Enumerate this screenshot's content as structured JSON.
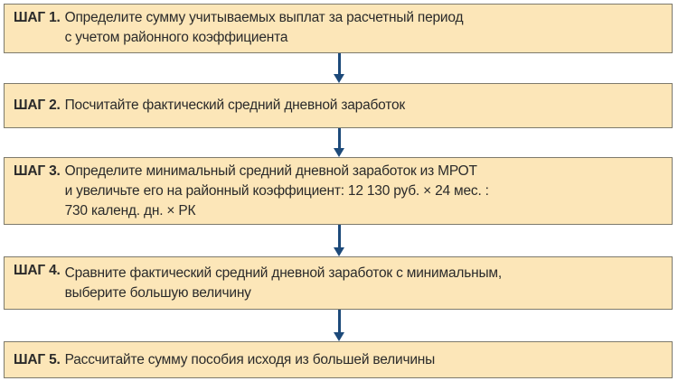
{
  "steps": [
    {
      "label": "ШАГ 1.",
      "text": "Определите сумму учитываемых выплат за расчетный период\nс учетом районного коэффициента"
    },
    {
      "label": "ШАГ 2.",
      "text": "Посчитайте фактический средний дневной заработок"
    },
    {
      "label": "ШАГ 3.",
      "text": "Определите минимальный средний дневной заработок из МРОТ\nи увеличьте его на районный коэффициент: 12 130 руб. × 24 мес. :\n730 календ. дн. × РК"
    },
    {
      "label": "ШАГ 4.",
      "text": "Сравните фактический средний дневной заработок с минимальным,\nвыберите большую величину"
    },
    {
      "label": "ШАГ 5.",
      "text": "Рассчитайте сумму пособия исходя из большей величины"
    }
  ],
  "colors": {
    "box_fill": "#fce6b8",
    "box_border": "#7d7a6c",
    "arrow": "#1d4a7a"
  }
}
